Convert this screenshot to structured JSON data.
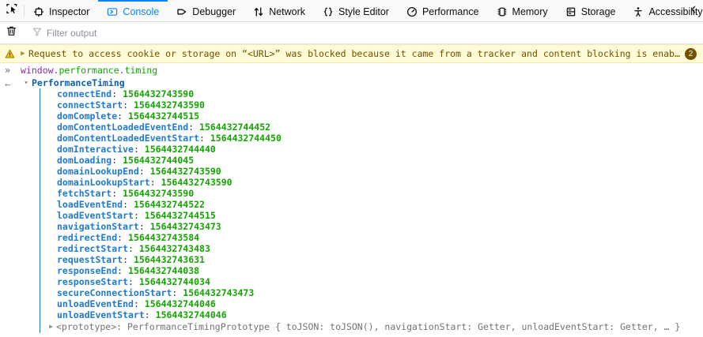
{
  "toolbar": {
    "picker_icon": "element-picker-icon",
    "overflow_icon": "chevron-left-icon",
    "tabs": [
      {
        "label": "Inspector",
        "icon": "inspector-icon",
        "selected": false
      },
      {
        "label": "Console",
        "icon": "console-prompt-icon",
        "selected": true
      },
      {
        "label": "Debugger",
        "icon": "debugger-icon",
        "selected": false
      },
      {
        "label": "Network",
        "icon": "network-arrows-icon",
        "selected": false
      },
      {
        "label": "Style Editor",
        "icon": "style-editor-braces-icon",
        "selected": false
      },
      {
        "label": "Performance",
        "icon": "performance-gauge-icon",
        "selected": false
      },
      {
        "label": "Memory",
        "icon": "memory-chip-icon",
        "selected": false
      },
      {
        "label": "Storage",
        "icon": "storage-database-icon",
        "selected": false
      },
      {
        "label": "Accessibility",
        "icon": "accessibility-person-icon",
        "selected": false
      }
    ],
    "accent_color": "#0a84ff"
  },
  "console_toolbar": {
    "clear_icon": "trash-icon",
    "filter_icon": "funnel-icon",
    "filter_placeholder": "Filter output",
    "filter_value": ""
  },
  "warning": {
    "icon": "warning-triangle-icon",
    "twisty": "▶",
    "text": "Request to access cookie or storage on “<URL>” was blocked because it came from a tracker and content blocking is enabled.",
    "count_badge": "2",
    "background_color": "#fffbd6",
    "text_color": "#715100"
  },
  "input_line": {
    "prompt": "»",
    "expr_object": "window",
    "expr_dot1": ".",
    "expr_prop1": "performance",
    "expr_dot2": ".",
    "expr_prop2": "timing"
  },
  "result": {
    "return_icon": "←",
    "twisty_open": "▾",
    "object_name": "PerformanceTiming",
    "properties": [
      {
        "key": "connectEnd",
        "value": "1564432743590"
      },
      {
        "key": "connectStart",
        "value": "1564432743590"
      },
      {
        "key": "domComplete",
        "value": "1564432744515"
      },
      {
        "key": "domContentLoadedEventEnd",
        "value": "1564432744452"
      },
      {
        "key": "domContentLoadedEventStart",
        "value": "1564432744450"
      },
      {
        "key": "domInteractive",
        "value": "1564432744440"
      },
      {
        "key": "domLoading",
        "value": "1564432744045"
      },
      {
        "key": "domainLookupEnd",
        "value": "1564432743590"
      },
      {
        "key": "domainLookupStart",
        "value": "1564432743590"
      },
      {
        "key": "fetchStart",
        "value": "1564432743590"
      },
      {
        "key": "loadEventEnd",
        "value": "1564432744522"
      },
      {
        "key": "loadEventStart",
        "value": "1564432744515"
      },
      {
        "key": "navigationStart",
        "value": "1564432743473"
      },
      {
        "key": "redirectEnd",
        "value": "1564432743584"
      },
      {
        "key": "redirectStart",
        "value": "1564432743483"
      },
      {
        "key": "requestStart",
        "value": "1564432743631"
      },
      {
        "key": "responseEnd",
        "value": "1564432744038"
      },
      {
        "key": "responseStart",
        "value": "1564432744034"
      },
      {
        "key": "secureConnectionStart",
        "value": "1564432743473"
      },
      {
        "key": "unloadEventEnd",
        "value": "1564432744046"
      },
      {
        "key": "unloadEventStart",
        "value": "1564432744046"
      }
    ],
    "prototype": {
      "twisty": "▶",
      "text": "<prototype>: PerformanceTimingPrototype { toJSON: toJSON(), navigationStart: Getter, unloadEventStart: Getter, … }"
    }
  }
}
